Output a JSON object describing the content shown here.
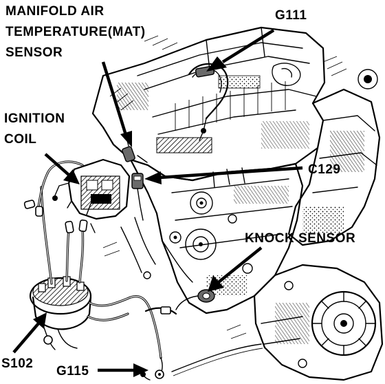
{
  "labels": {
    "mat_sensor_line1": "MANIFOLD AIR",
    "mat_sensor_line2": "TEMPERATURE(MAT)",
    "mat_sensor_line3": "SENSOR",
    "g111": "G111",
    "ignition_coil_line1": "IGNITION",
    "ignition_coil_line2": "COIL",
    "c129": "C129",
    "knock_sensor": "KNOCK SENSOR",
    "s102": "S102",
    "g115": "G115"
  }
}
